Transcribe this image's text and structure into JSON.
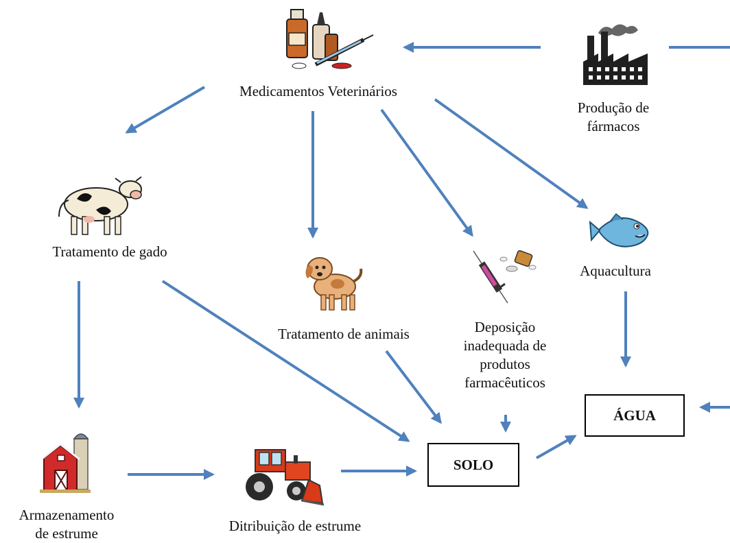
{
  "nodes": {
    "vet_meds": {
      "label": "Medicamentos Veterinários",
      "icon": "medicine-bottles-syringe-icon"
    },
    "pharma_production": {
      "line1": "Produção de",
      "line2": "fármacos",
      "icon": "factory-icon"
    },
    "livestock": {
      "label": "Tratamento de gado",
      "icon": "cow-icon"
    },
    "animals": {
      "label": "Tratamento de animais",
      "icon": "dog-icon"
    },
    "disposal": {
      "line1": "Deposição",
      "line2": "inadequada de",
      "line3": "produtos",
      "line4": "farmacêuticos",
      "icon": "syringe-pills-icon"
    },
    "aquaculture": {
      "label": "Aquacultura",
      "icon": "fish-icon"
    },
    "manure_storage": {
      "line1": "Armazenamento",
      "line2": "de estrume",
      "icon": "barn-silo-icon"
    },
    "manure_distribution": {
      "label": "Ditribuição de estrume",
      "icon": "tractor-icon"
    },
    "soil": {
      "label": "SOLO"
    },
    "water": {
      "label": "ÁGUA"
    }
  },
  "colors": {
    "arrow": "#4f81bd",
    "box_border": "#000000"
  }
}
